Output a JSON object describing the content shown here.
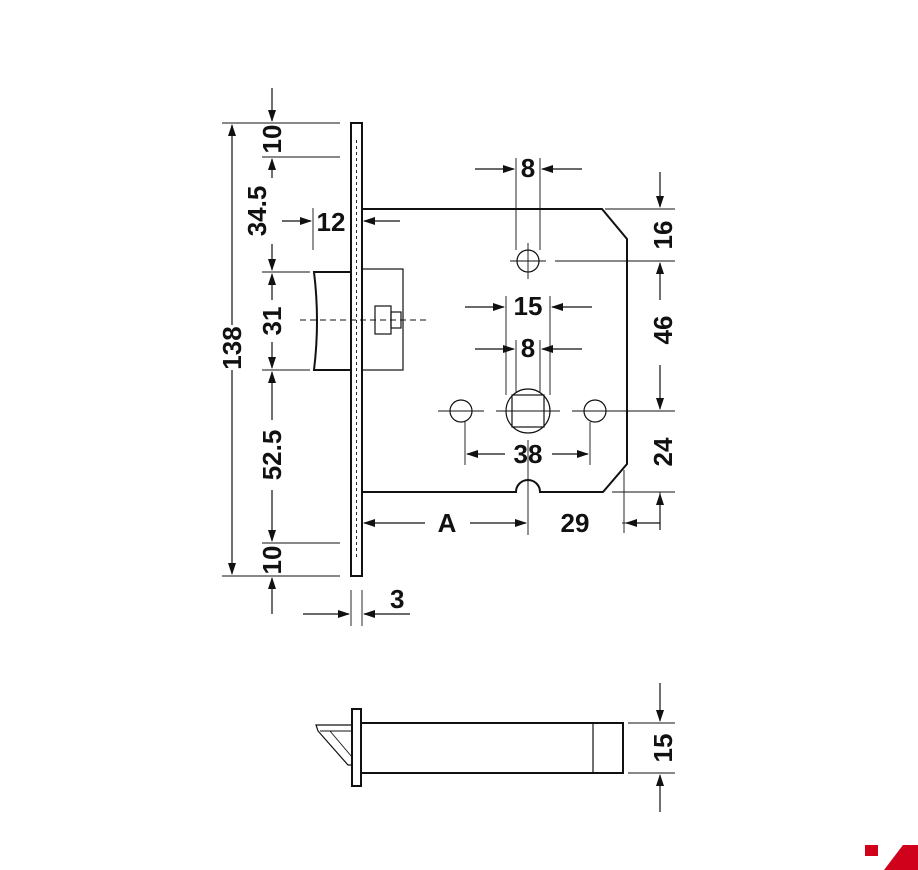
{
  "dimensions": {
    "d10_top": "10",
    "d34_5": "34.5",
    "d12": "12",
    "d31": "31",
    "d138": "138",
    "d52_5": "52.5",
    "d10_bottom": "10",
    "d3": "3",
    "d8_top": "8",
    "d15_spacing": "15",
    "d8_mid": "8",
    "d38": "38",
    "dA": "A",
    "d29": "29",
    "d16": "16",
    "d46": "46",
    "d24": "24",
    "d15_side": "15"
  },
  "colors": {
    "line": "#111111",
    "brand": "#d0021b"
  }
}
